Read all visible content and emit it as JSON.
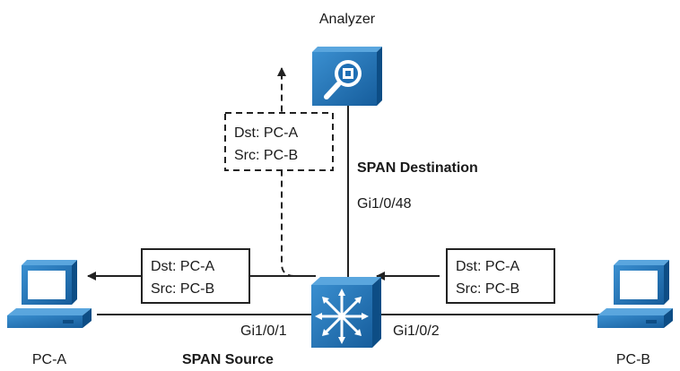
{
  "analyzer": {
    "label": "Analyzer"
  },
  "span_destination": {
    "label": "SPAN Destination",
    "port": "Gi1/0/48"
  },
  "span_source": {
    "label": "SPAN Source"
  },
  "switch": {
    "port_left": "Gi1/0/1",
    "port_right": "Gi1/0/2"
  },
  "pc_a": {
    "label": "PC-A"
  },
  "pc_b": {
    "label": "PC-B"
  },
  "frame_mirror": {
    "dst": "Dst: PC-A",
    "src": "Src: PC-B"
  },
  "frame_left": {
    "dst": "Dst: PC-A",
    "src": "Src: PC-B"
  },
  "frame_right": {
    "dst": "Dst: PC-A",
    "src": "Src: PC-B"
  },
  "colors": {
    "device_blue": "#1f6fb4",
    "device_dark": "#0d4d85",
    "line": "#222222"
  }
}
